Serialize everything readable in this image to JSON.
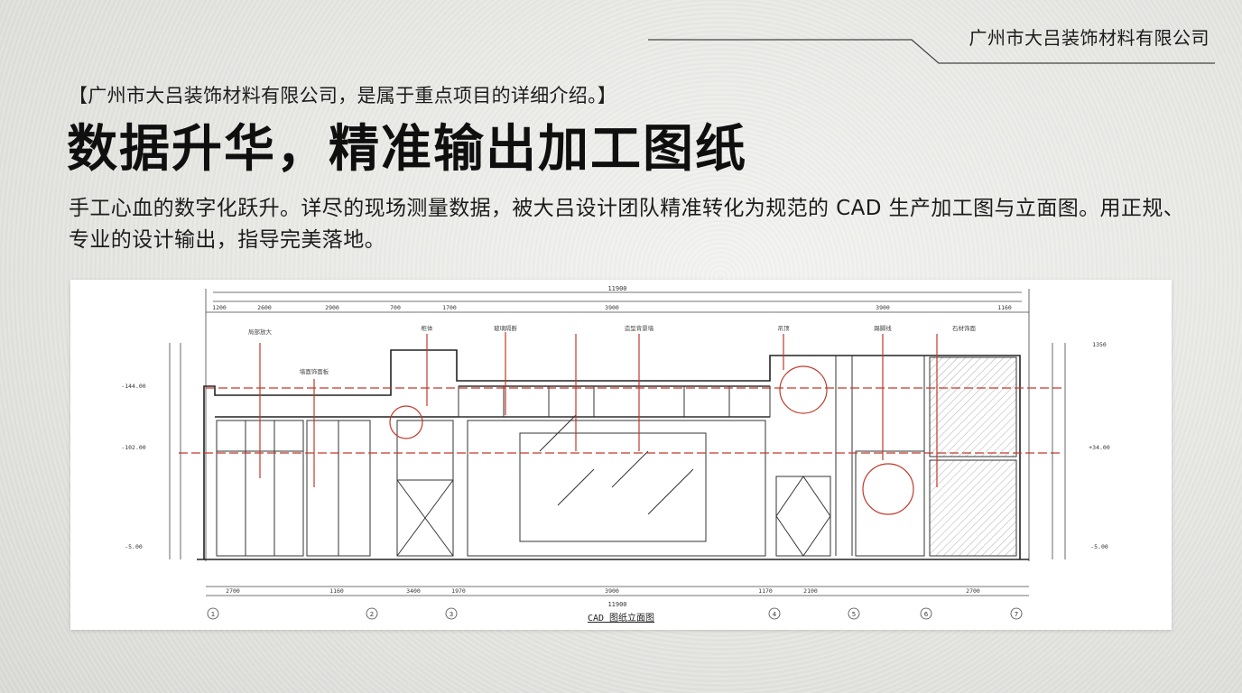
{
  "header": {
    "company": "广州市大吕装饰材料有限公司"
  },
  "content": {
    "subtitle": "【广州市大吕装饰材料有限公司，是属于重点项目的详细介绍。】",
    "title": "数据升华，精准输出加工图纸",
    "description": "手工心血的数字化跃升。详尽的现场测量数据，被大吕设计团队精准转化为规范的 CAD 生产加工图与立面图。用正规、专业的设计输出，指导完美落地。"
  },
  "drawing": {
    "caption": "CAD 图纸立面图",
    "total_dimension": "11900",
    "top_dimensions": [
      "1200",
      "2600",
      "2900",
      "700",
      "1700",
      "3900",
      "3900",
      "1160"
    ],
    "bottom_dimensions": [
      "2700",
      "1160",
      "3400",
      "1970",
      "3900",
      "1170",
      "2100",
      "2700"
    ],
    "axis_labels": [
      "1",
      "2",
      "3",
      "4",
      "5",
      "6",
      "7"
    ],
    "level_labels_left": [
      "-144.00",
      "-102.00",
      "-5.00"
    ],
    "level_labels_right": [
      "1350",
      "+34.00",
      "-5.00"
    ],
    "callouts": [
      "局部放大",
      "墙面饰面板",
      "柜体",
      "玻璃隔断",
      "造型背景墙",
      "吊顶",
      "踢脚线",
      "石材饰面"
    ]
  },
  "colors": {
    "text": "#1c1c1c",
    "title": "#0f0f0f",
    "cad_line": "#333333",
    "cad_red": "#c0392b",
    "background": "#e9e9e6"
  }
}
